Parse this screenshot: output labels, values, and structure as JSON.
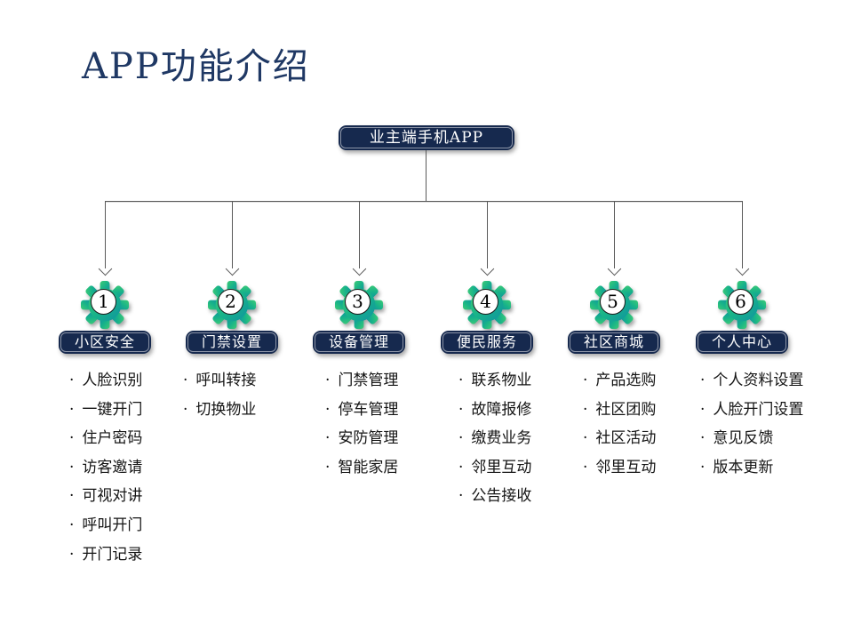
{
  "title": "APP功能介绍",
  "root": {
    "label": "业主端手机APP"
  },
  "colors": {
    "title_text": "#1F3864",
    "node_navy": "#16294E",
    "node_text": "#FFFFFF",
    "gear_green_start": "#3ECB76",
    "gear_green_mid": "#18B389",
    "gear_teal_end": "#0F93A0",
    "connector_gray": "#595959",
    "item_text": "#141414"
  },
  "icons": {
    "gear": "gear-icon",
    "arrow": "down-arrow-icon"
  },
  "columns": [
    {
      "number": "1",
      "label": "小区安全",
      "items": [
        "人脸识别",
        "一键开门",
        "住户密码",
        "访客邀请",
        "可视对讲",
        "呼叫开门",
        "开门记录"
      ]
    },
    {
      "number": "2",
      "label": "门禁设置",
      "items": [
        "呼叫转接",
        "切换物业"
      ]
    },
    {
      "number": "3",
      "label": "设备管理",
      "items": [
        "门禁管理",
        "停车管理",
        "安防管理",
        "智能家居"
      ]
    },
    {
      "number": "4",
      "label": "便民服务",
      "items": [
        "联系物业",
        "故障报修",
        "缴费业务",
        "邻里互动",
        "公告接收"
      ]
    },
    {
      "number": "5",
      "label": "社区商城",
      "items": [
        "产品选购",
        "社区团购",
        "社区活动",
        "邻里互动"
      ]
    },
    {
      "number": "6",
      "label": "个人中心",
      "items": [
        "个人资料设置",
        "人脸开门设置",
        "意见反馈",
        "版本更新"
      ]
    }
  ]
}
